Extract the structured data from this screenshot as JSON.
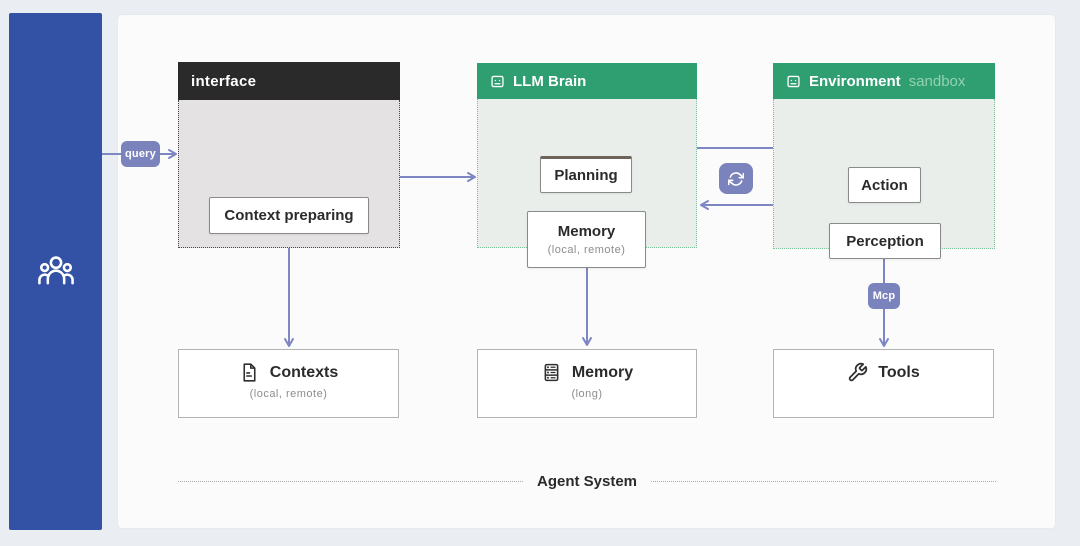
{
  "colors": {
    "page-bg": "#eaeef2",
    "panel-bg": "#fbfbfb",
    "sidebar-blue": "#3351a5",
    "accent-purple": "#7e86c3",
    "badge-purple": "#7b83bd",
    "header-dark": "#2a2a2a",
    "header-green": "#2f9e70",
    "sandbox-green": "#93d3b2",
    "interface-body": "#e4e2e2",
    "green-body": "#e9eeeb",
    "text-dark": "#2b2b2b",
    "muted-text": "#8c8c8c"
  },
  "sidebar": {
    "icon": "team-people-icon"
  },
  "badges": {
    "query": "query",
    "mcp": "Mcp",
    "sync_icon": "sync-icon"
  },
  "nodes": {
    "interface": {
      "title": "interface",
      "context_preparing": "Context preparing"
    },
    "llm_brain": {
      "title": "LLM Brain",
      "icon": "robot-icon",
      "planning": "Planning",
      "memory": "Memory",
      "memory_sub": "(local, remote)"
    },
    "environment": {
      "title": "Environment",
      "subtitle": "sandbox",
      "icon": "robot-icon",
      "action": "Action",
      "perception": "Perception"
    }
  },
  "stores": {
    "contexts": {
      "label": "Contexts",
      "sub": "(local, remote)",
      "icon": "document-icon"
    },
    "memory": {
      "label": "Memory",
      "sub": "(long)",
      "icon": "database-icon"
    },
    "tools": {
      "label": "Tools",
      "icon": "wrench-icon"
    }
  },
  "footer": {
    "title": "Agent System"
  }
}
